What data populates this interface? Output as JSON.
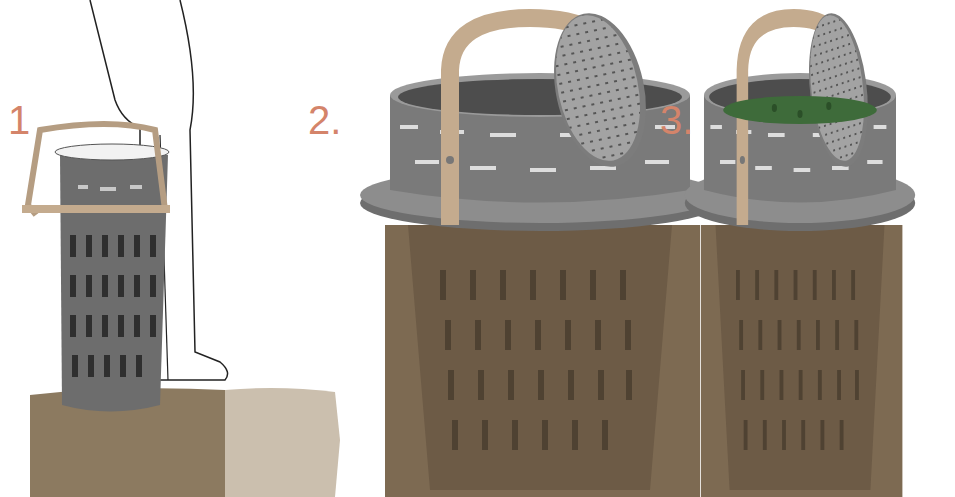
{
  "diagram": {
    "labels": [
      "1",
      "2.",
      "3."
    ]
  }
}
